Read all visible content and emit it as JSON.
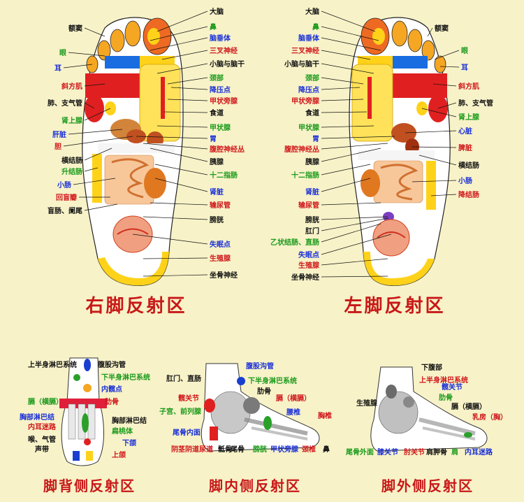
{
  "colors": {
    "black": "#111111",
    "red": "#d0161a",
    "green": "#1a9a1a",
    "blue": "#1a2fd8",
    "title": "#c81818"
  },
  "right_foot": {
    "title": "右脚反射区",
    "left_labels": [
      {
        "text": "额窦",
        "c": "black"
      },
      {
        "text": "眼",
        "c": "green"
      },
      {
        "text": "耳",
        "c": "blue"
      },
      {
        "text": "斜方肌",
        "c": "red"
      },
      {
        "text": "肺、支气管",
        "c": "black"
      },
      {
        "text": "肾上腺",
        "c": "green"
      },
      {
        "text": "肝脏",
        "c": "blue"
      },
      {
        "text": "胆",
        "c": "red"
      },
      {
        "text": "横结肠",
        "c": "black"
      },
      {
        "text": "升结肠",
        "c": "green"
      },
      {
        "text": "小肠",
        "c": "blue"
      },
      {
        "text": "回盲瓣",
        "c": "red"
      },
      {
        "text": "盲肠、阑尾",
        "c": "black"
      }
    ],
    "right_labels": [
      {
        "text": "大脑",
        "c": "black"
      },
      {
        "text": "鼻",
        "c": "green"
      },
      {
        "text": "脑垂体",
        "c": "blue"
      },
      {
        "text": "三叉神经",
        "c": "red"
      },
      {
        "text": "小脑与脑干",
        "c": "black"
      },
      {
        "text": "颈部",
        "c": "green"
      },
      {
        "text": "降压点",
        "c": "blue"
      },
      {
        "text": "甲状旁腺",
        "c": "red"
      },
      {
        "text": "食道",
        "c": "black"
      },
      {
        "text": "甲状腺",
        "c": "green"
      },
      {
        "text": "胃",
        "c": "blue"
      },
      {
        "text": "腹腔神经丛",
        "c": "red"
      },
      {
        "text": "胰腺",
        "c": "black"
      },
      {
        "text": "十二指肠",
        "c": "green"
      },
      {
        "text": "肾脏",
        "c": "blue"
      },
      {
        "text": "输尿管",
        "c": "red"
      },
      {
        "text": "膀胱",
        "c": "black"
      },
      {
        "text": "失眠点",
        "c": "blue"
      },
      {
        "text": "生殖腺",
        "c": "red"
      },
      {
        "text": "坐骨神经",
        "c": "black"
      }
    ]
  },
  "left_foot": {
    "title": "左脚反射区",
    "left_labels": [
      {
        "text": "大脑",
        "c": "black"
      },
      {
        "text": "鼻",
        "c": "green"
      },
      {
        "text": "脑垂体",
        "c": "blue"
      },
      {
        "text": "三叉神经",
        "c": "red"
      },
      {
        "text": "小脑与脑干",
        "c": "black"
      },
      {
        "text": "颈部",
        "c": "green"
      },
      {
        "text": "降压点",
        "c": "blue"
      },
      {
        "text": "甲状旁腺",
        "c": "red"
      },
      {
        "text": "食道",
        "c": "black"
      },
      {
        "text": "甲状腺",
        "c": "green"
      },
      {
        "text": "胃",
        "c": "blue"
      },
      {
        "text": "腹腔神经丛",
        "c": "red"
      },
      {
        "text": "胰腺",
        "c": "black"
      },
      {
        "text": "十二指肠",
        "c": "green"
      },
      {
        "text": "肾脏",
        "c": "blue"
      },
      {
        "text": "输尿管",
        "c": "red"
      },
      {
        "text": "膀胱",
        "c": "black"
      },
      {
        "text": "肛门",
        "c": "black"
      },
      {
        "text": "乙状结肠、直肠",
        "c": "green"
      },
      {
        "text": "失眠点",
        "c": "blue"
      },
      {
        "text": "生殖腺",
        "c": "red"
      },
      {
        "text": "坐骨神经",
        "c": "black"
      }
    ],
    "right_labels": [
      {
        "text": "额窦",
        "c": "black"
      },
      {
        "text": "眼",
        "c": "green"
      },
      {
        "text": "耳",
        "c": "blue"
      },
      {
        "text": "斜方肌",
        "c": "red"
      },
      {
        "text": "肺、支气管",
        "c": "black"
      },
      {
        "text": "肾上腺",
        "c": "green"
      },
      {
        "text": "心脏",
        "c": "blue"
      },
      {
        "text": "脾脏",
        "c": "red"
      },
      {
        "text": "横结肠",
        "c": "black"
      },
      {
        "text": "小肠",
        "c": "blue"
      },
      {
        "text": "降结肠",
        "c": "red"
      }
    ]
  },
  "dorsal": {
    "title": "脚背侧反射区",
    "labels": [
      {
        "text": "上半身淋巴系统",
        "c": "black"
      },
      {
        "text": "腹股沟管",
        "c": "black"
      },
      {
        "text": "下半身淋巴系统",
        "c": "green"
      },
      {
        "text": "内髋点",
        "c": "blue"
      },
      {
        "text": "肋骨",
        "c": "red"
      },
      {
        "text": "膈（横膈）",
        "c": "green"
      },
      {
        "text": "胸部淋巴结",
        "c": "blue"
      },
      {
        "text": "内耳迷路",
        "c": "red"
      },
      {
        "text": "喉、气管",
        "c": "black"
      },
      {
        "text": "声带",
        "c": "black"
      },
      {
        "text": "胸部淋巴结",
        "c": "black"
      },
      {
        "text": "扁桃体",
        "c": "green"
      },
      {
        "text": "下颌",
        "c": "blue"
      },
      {
        "text": "上颌",
        "c": "red"
      }
    ]
  },
  "medial": {
    "title": "脚内侧反射区",
    "labels": [
      {
        "text": "肛门、直肠",
        "c": "black"
      },
      {
        "text": "腹股沟管",
        "c": "blue"
      },
      {
        "text": "下半身淋巴系统",
        "c": "green"
      },
      {
        "text": "髋关节",
        "c": "red"
      },
      {
        "text": "肋骨",
        "c": "black"
      },
      {
        "text": "子宫、前列腺",
        "c": "green"
      },
      {
        "text": "膈（横膈）",
        "c": "red"
      },
      {
        "text": "腰椎",
        "c": "blue"
      },
      {
        "text": "胸椎",
        "c": "red"
      },
      {
        "text": "尾骨内面",
        "c": "blue"
      },
      {
        "text": "阴茎",
        "c": "red"
      },
      {
        "text": "阴道",
        "c": "red"
      },
      {
        "text": "尿道",
        "c": "red"
      },
      {
        "text": "骶骨",
        "c": "black"
      },
      {
        "text": "尾骨",
        "c": "black"
      },
      {
        "text": "膀胱",
        "c": "green"
      },
      {
        "text": "甲状旁腺",
        "c": "blue"
      },
      {
        "text": "颈椎",
        "c": "red"
      },
      {
        "text": "鼻",
        "c": "black"
      }
    ]
  },
  "lateral": {
    "title": "脚外侧反射区",
    "labels": [
      {
        "text": "下腹部",
        "c": "black"
      },
      {
        "text": "上半身淋巴系统",
        "c": "red"
      },
      {
        "text": "髋关节",
        "c": "blue"
      },
      {
        "text": "肋骨",
        "c": "green"
      },
      {
        "text": "生殖腺",
        "c": "black"
      },
      {
        "text": "膈（横膈）",
        "c": "black"
      },
      {
        "text": "乳房（胸）",
        "c": "red"
      },
      {
        "text": "尾骨外面",
        "c": "green"
      },
      {
        "text": "膝关节",
        "c": "blue"
      },
      {
        "text": "肘关节",
        "c": "red"
      },
      {
        "text": "肩胛骨",
        "c": "black"
      },
      {
        "text": "肩",
        "c": "green"
      },
      {
        "text": "内耳迷路",
        "c": "blue"
      }
    ]
  }
}
